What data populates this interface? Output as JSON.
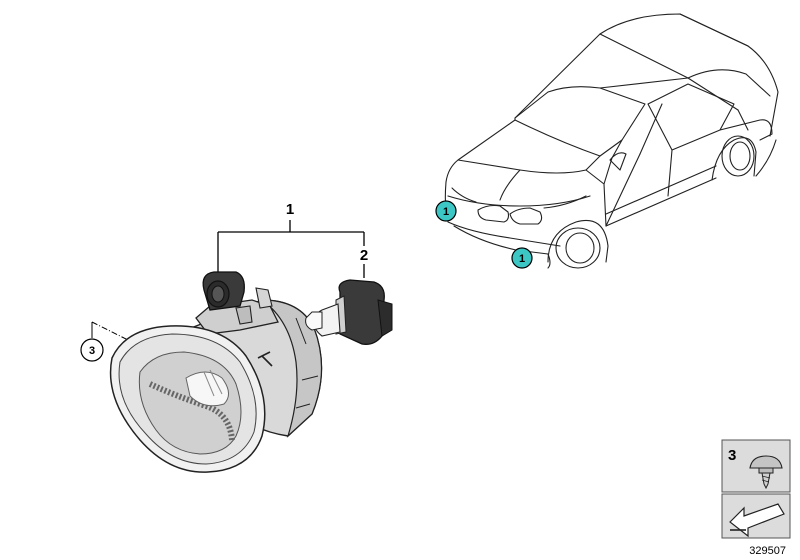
{
  "diagram": {
    "callouts": {
      "fog_light_assembly": "1",
      "bulb": "2",
      "screw": "3"
    },
    "car_markers": [
      "1",
      "1"
    ],
    "legend": {
      "screw_label": "3"
    },
    "reference_number": "329507",
    "colors": {
      "marker_fill": "#3cc6c4",
      "line": "#222222",
      "part_fill": "#e6e6e6",
      "legend_box": "#dcdcdc"
    }
  }
}
